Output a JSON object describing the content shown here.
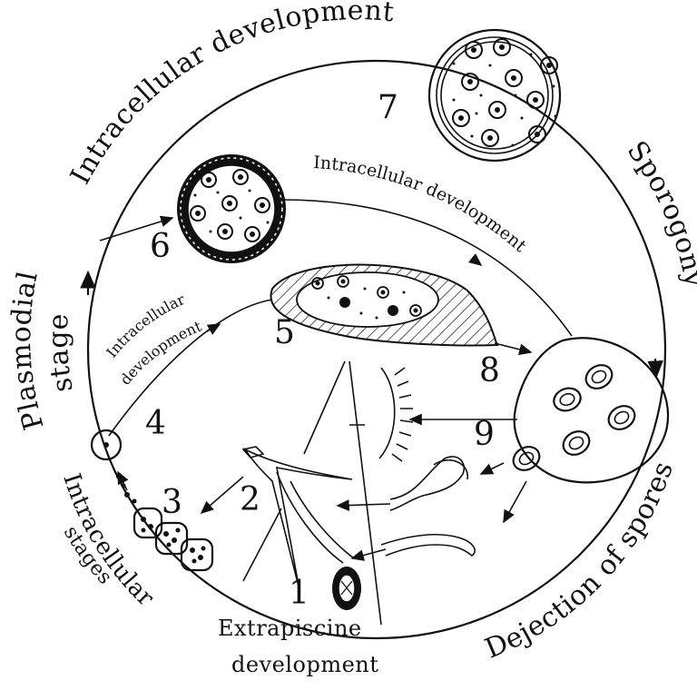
{
  "labels": {
    "intracellular_development_top": "Intracellular development",
    "intracellular_development_mid": "Intracellular development",
    "intracellular_development_small_1": "Intracellular",
    "intracellular_development_small_2": "development",
    "sporogony": "Sporogony",
    "plasmodial_stage_1": "Plasmodial",
    "plasmodial_stage_2": "stage",
    "intracellular_stages_1": "Intracellular",
    "intracellular_stages_2": "stages",
    "extrapiscine_1": "Extrapiscine",
    "extrapiscine_2": "development",
    "dejection_of_spores": "Dejection of spores"
  },
  "stages": [
    "1",
    "2",
    "3",
    "4",
    "5",
    "6",
    "7",
    "8",
    "9"
  ]
}
